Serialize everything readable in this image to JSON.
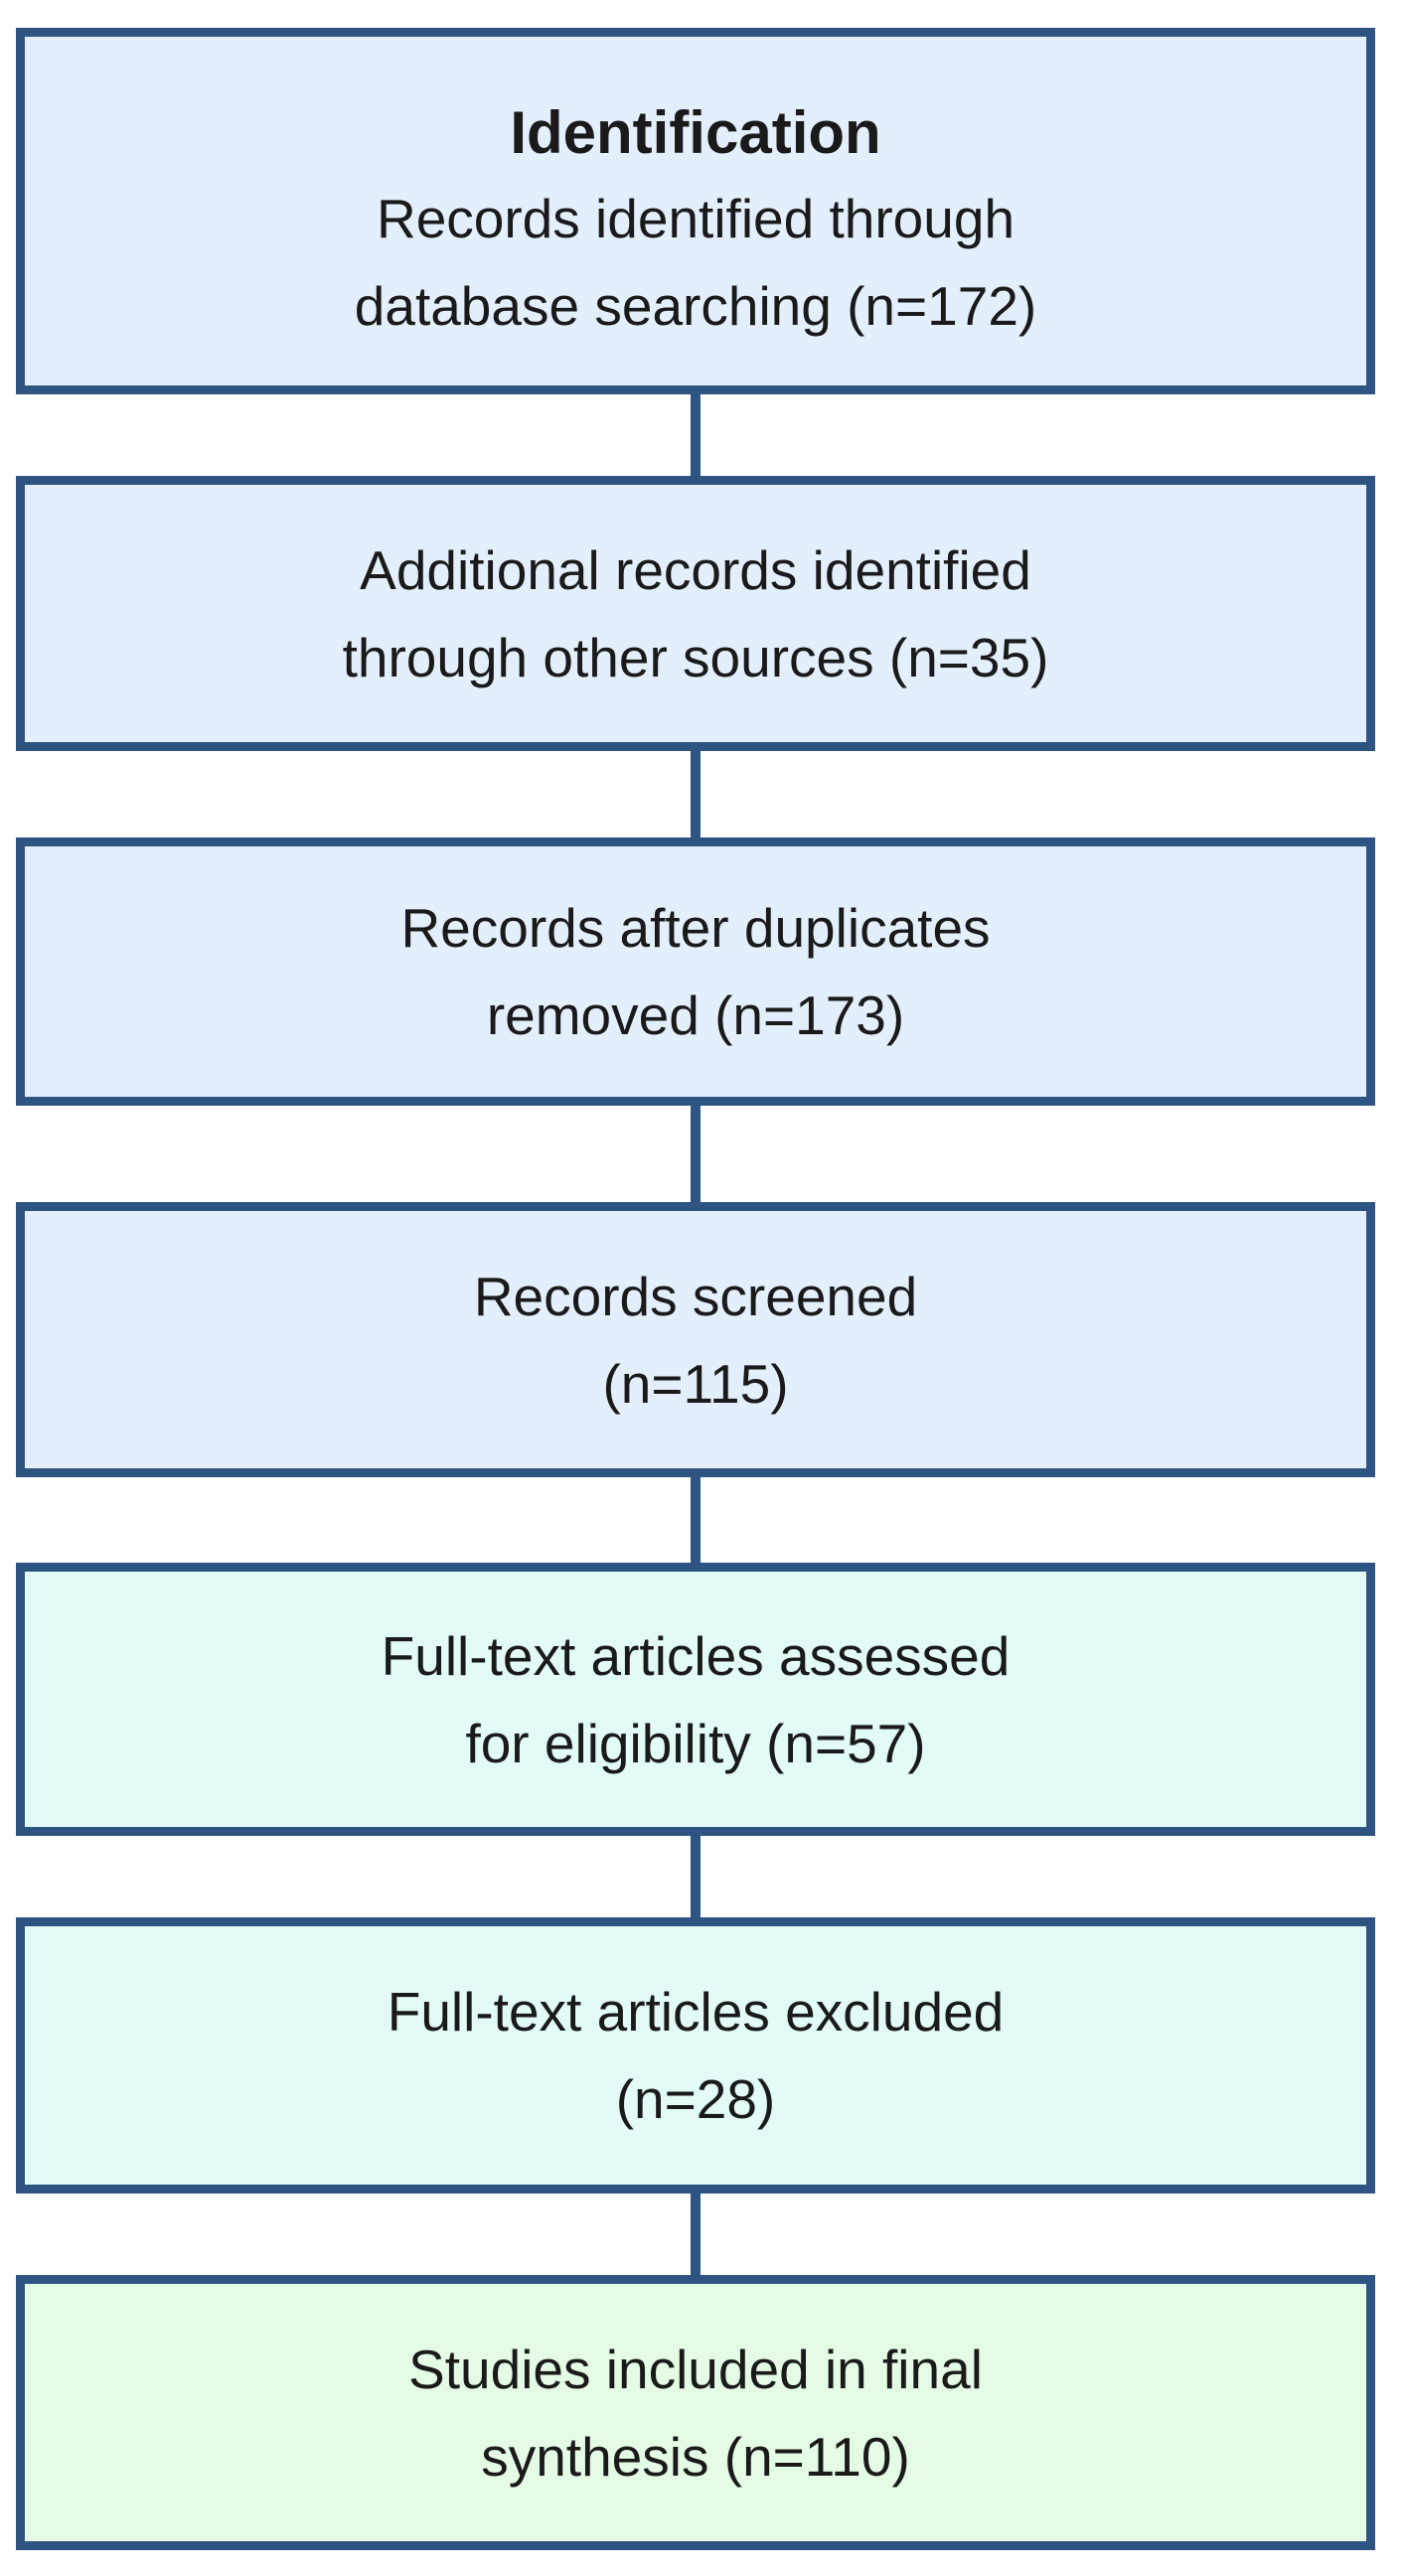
{
  "diagram": {
    "kind": "study-selection-flowchart",
    "boxes": [
      {
        "id": "identification",
        "title": "Identification",
        "lines": [
          "Records identified through",
          "database searching (n=172)"
        ],
        "n": 172,
        "fill": "#e3effc"
      },
      {
        "id": "additional-records",
        "lines": [
          "Additional records identified",
          "through other sources (n=35)"
        ],
        "n": 35,
        "fill": "#e3effc"
      },
      {
        "id": "after-duplicates",
        "lines": [
          "Records after duplicates",
          "removed (n=173)"
        ],
        "n": 173,
        "fill": "#e3effc"
      },
      {
        "id": "records-screened",
        "lines": [
          "Records screened",
          "(n=115)"
        ],
        "n": 115,
        "fill": "#e3effc"
      },
      {
        "id": "fulltext-assessed",
        "lines": [
          "Full-text articles assessed",
          "for eligibility (n=57)"
        ],
        "n": 57,
        "fill": "#e2fbf7"
      },
      {
        "id": "fulltext-excluded",
        "lines": [
          "Full-text articles excluded",
          "(n=28)"
        ],
        "n": 28,
        "fill": "#e2fbf7"
      },
      {
        "id": "studies-included",
        "lines": [
          "Studies included in final",
          "synthesis (n=110)"
        ],
        "n": 110,
        "fill": "#e4fce5"
      }
    ],
    "colors": {
      "border": "#2e5582",
      "connector": "#2e5582",
      "text": "#1a1a1a",
      "background": "#ffffff",
      "fill_blue": "#e3effc",
      "fill_cyan": "#e2fbf7",
      "fill_green": "#e4fce5"
    }
  }
}
